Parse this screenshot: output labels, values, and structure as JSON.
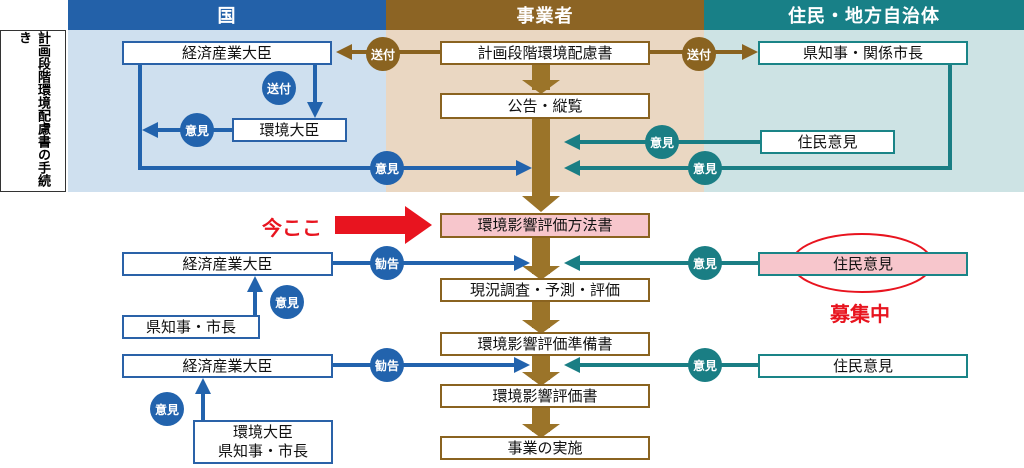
{
  "headers": {
    "national": "国",
    "operator": "事業者",
    "residents": "住民・地方自治体"
  },
  "side_label": "計画段階環境配慮書の手続き",
  "top_section": {
    "meti": "経済産業大臣",
    "env_minister": "環境大臣",
    "plan_doc": "計画段階環境配慮書",
    "notice": "公告・縦覧",
    "governor": "県知事・関係市長",
    "residents_opinion": "住民意見"
  },
  "badges": {
    "send": "送付",
    "opinion": "意見",
    "advice": "勧告"
  },
  "current_marker": "今ここ",
  "recruiting": "募集中",
  "bottom_section": {
    "method_doc": "環境影響評価方法書",
    "meti_1": "経済産業大臣",
    "residents_opinion_1": "住民意見",
    "governor_mayor_1": "県知事・市長",
    "survey": "現況調査・予測・評価",
    "prep_doc": "環境影響評価準備書",
    "meti_2": "経済産業大臣",
    "residents_opinion_2": "住民意見",
    "eval_doc": "環境影響評価書",
    "env_governor_l1": "環境大臣",
    "env_governor_l2": "県知事・市長",
    "implementation": "事業の実施"
  }
}
